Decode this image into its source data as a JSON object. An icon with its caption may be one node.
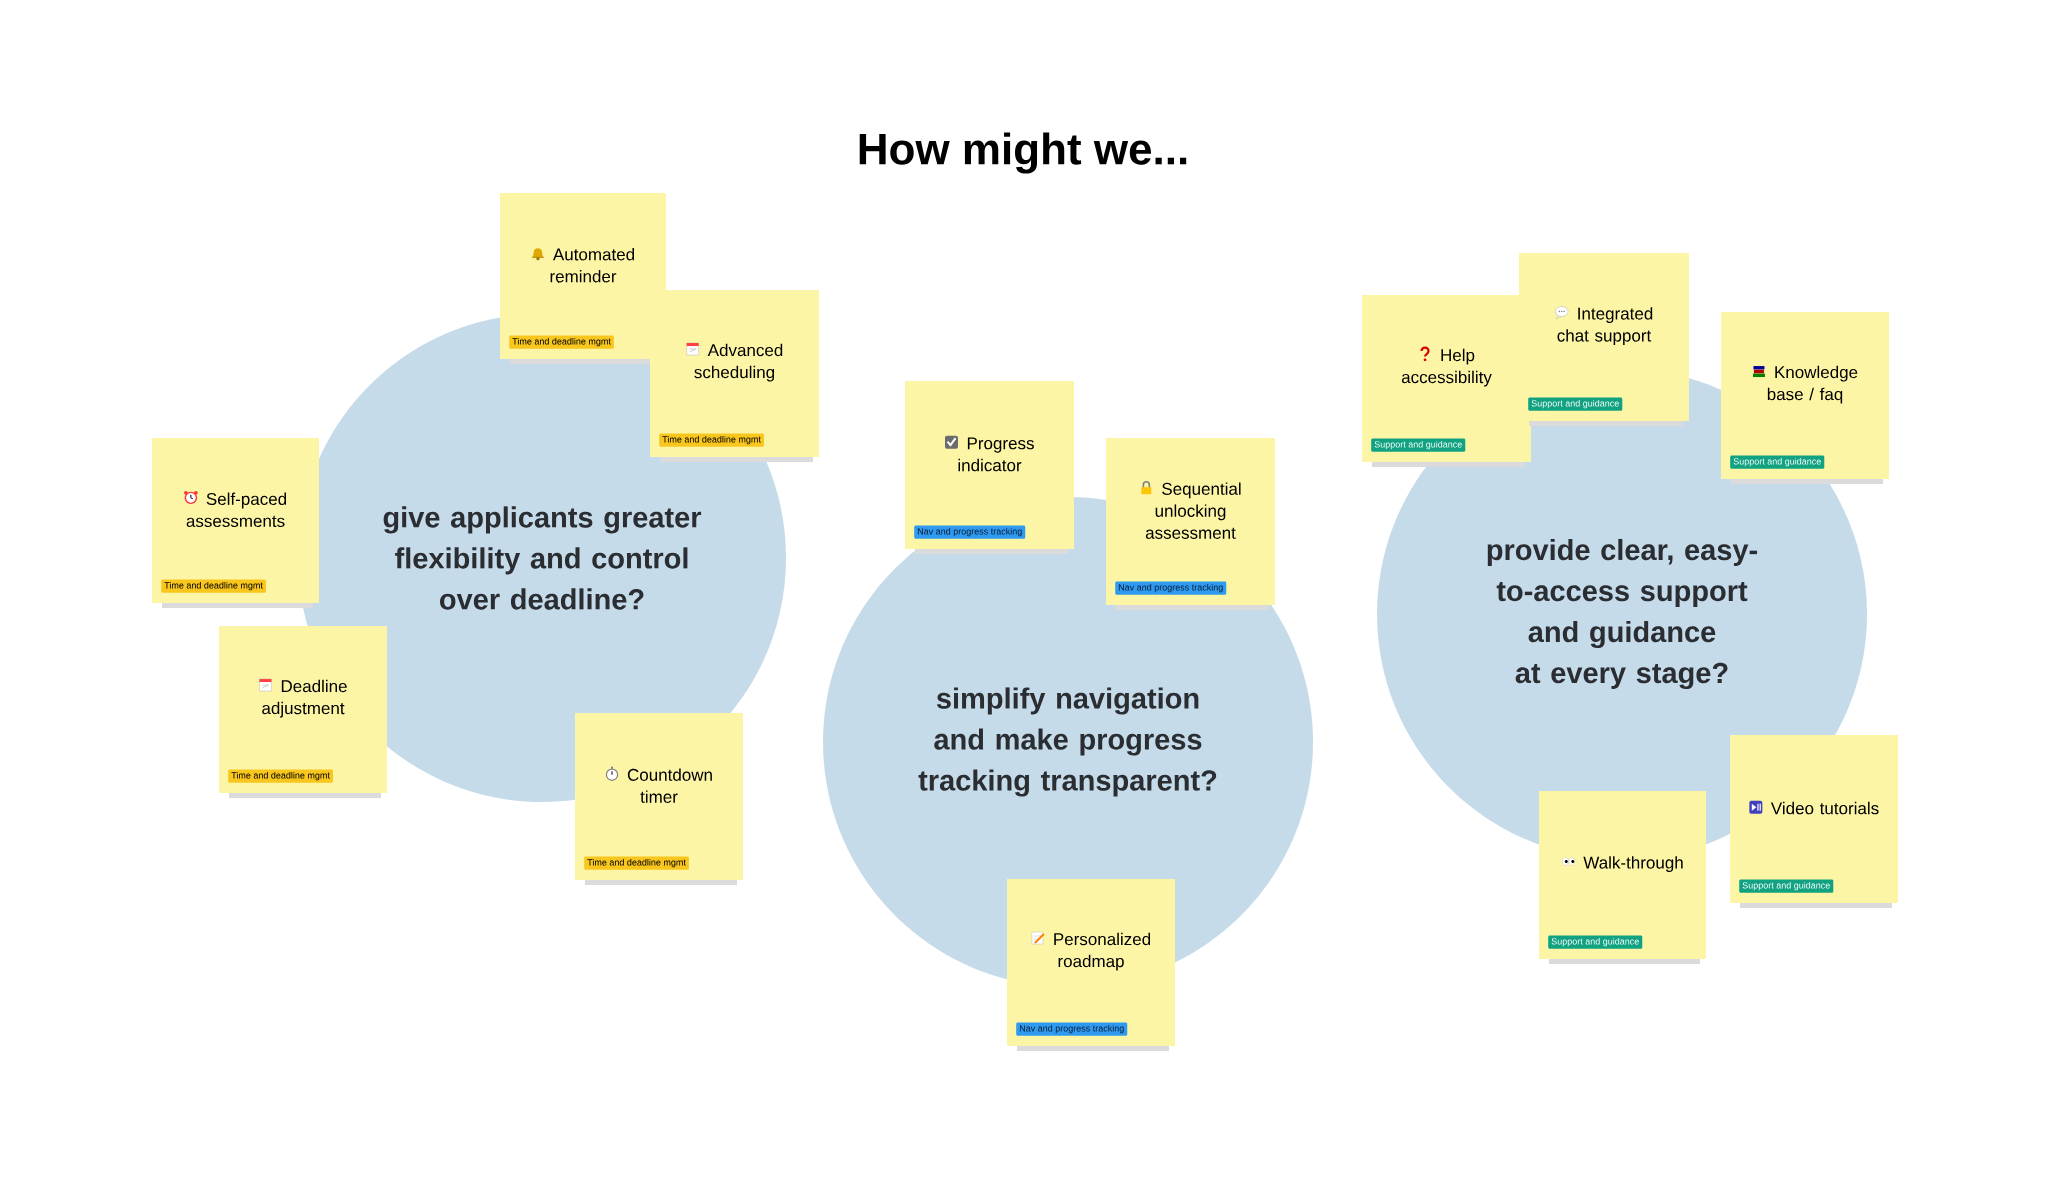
{
  "diagram": {
    "title": "How might we...",
    "nodes": [
      {
        "text": [
          "give applicants greater flexibility and control over deadline?"
        ]
      },
      {
        "text": [
          "Automated reminder",
          "Time and deadline mgmt"
        ]
      },
      {
        "text": [
          "Advanced scheduling",
          "Time and deadline mgmt"
        ]
      },
      {
        "text": [
          "Self-paced assessments",
          "Time and deadline mgmt"
        ]
      },
      {
        "text": [
          "Deadline adjustment",
          "Time and deadline mgmt"
        ]
      },
      {
        "text": [
          "Countdown timer",
          "Time and deadline mgmt"
        ]
      },
      {
        "text": [
          "simplify navigation and make progress tracking transparent?"
        ]
      },
      {
        "text": [
          "Progress indicator",
          "Nav and progress tracking"
        ]
      },
      {
        "text": [
          "Sequential unlocking assessment",
          "Nav and progress tracking"
        ]
      },
      {
        "text": [
          "Personalized roadmap",
          "Nav and progress tracking"
        ]
      },
      {
        "text": [
          "provide clear, easy-to-access support and guidance at every stage?"
        ]
      },
      {
        "text": [
          "Help accessibility",
          "Support and guidance"
        ]
      },
      {
        "text": [
          "Integrated chat support",
          "Support and guidance"
        ]
      },
      {
        "text": [
          "Knowledge base / faq",
          "Support and guidance"
        ]
      },
      {
        "text": [
          "Walk-through",
          "Support and guidance"
        ]
      },
      {
        "text": [
          "Video tutorials",
          "Support and guidance"
        ]
      }
    ],
    "edges": []
  }
}
